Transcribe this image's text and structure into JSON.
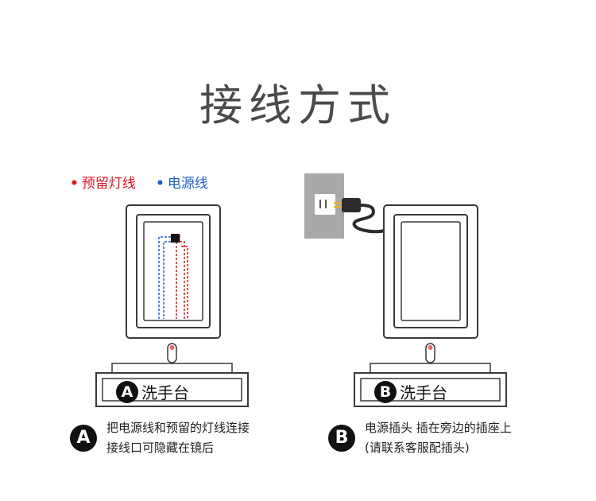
{
  "title": "接线方式",
  "legend": {
    "red": {
      "bullet": "•",
      "label": "预留灯线",
      "color": "#e0141e"
    },
    "blue": {
      "bullet": "•",
      "label": "电源线",
      "color": "#1e5ec8"
    }
  },
  "panel_a": {
    "badge": "A",
    "counter_label": "洗手台",
    "note_line1": "把电源线和预留的灯线连接",
    "note_line2": "接线口可隐藏在镜后"
  },
  "panel_b": {
    "badge": "B",
    "counter_label": "洗手台",
    "note_line1": "电源插头 插在旁边的插座上",
    "note_line2": "(请联系客服配插头)"
  },
  "colors": {
    "outline": "#3a3a3a",
    "wall_plate": "#a9a9a9",
    "outlet_face": "#ffffff",
    "plug_prong": "#e2b23a",
    "cord": "#2c2c2c",
    "sensor_red": "#e86a6a"
  }
}
